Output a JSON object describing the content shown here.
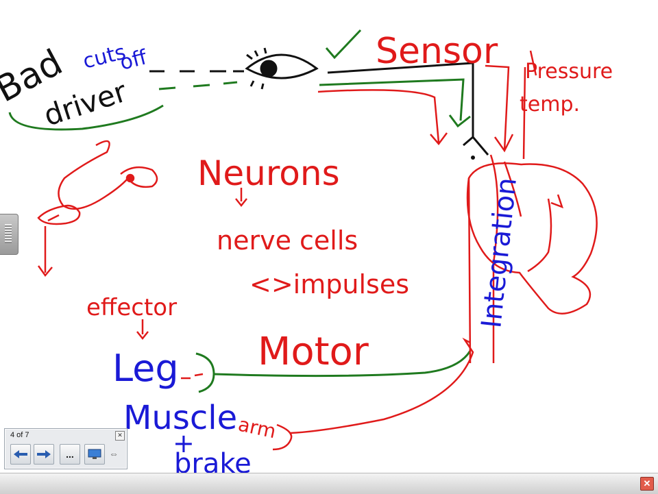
{
  "whiteboard": {
    "notes": {
      "bad_driver": [
        "Bad",
        "driver"
      ],
      "cuts_off": [
        "cuts",
        "off"
      ],
      "sensor": "Sensor",
      "pressure": "Pressure",
      "temp": "temp.",
      "neurons": "Neurons",
      "nerve_cells": "nerve cells",
      "impulses": "<>impulses",
      "effector": "effector",
      "leg": "Leg",
      "motor": "Motor",
      "muscle": "Muscle",
      "plus": "+",
      "brake": "brake",
      "arm": "arm",
      "integration": "Integration"
    },
    "colors": {
      "red": "#e01a1a",
      "green": "#1f7a1f",
      "blue": "#1a1ad6",
      "black": "#111111"
    }
  },
  "page_navigator": {
    "counter": "4 of 7",
    "close_icon": "close-icon",
    "buttons": [
      "back-arrow-icon",
      "forward-arrow-icon",
      "more-icon",
      "screen-icon",
      "resize-icon"
    ],
    "more_label": "..."
  },
  "bottom_bar": {
    "close_icon": "close-icon"
  }
}
